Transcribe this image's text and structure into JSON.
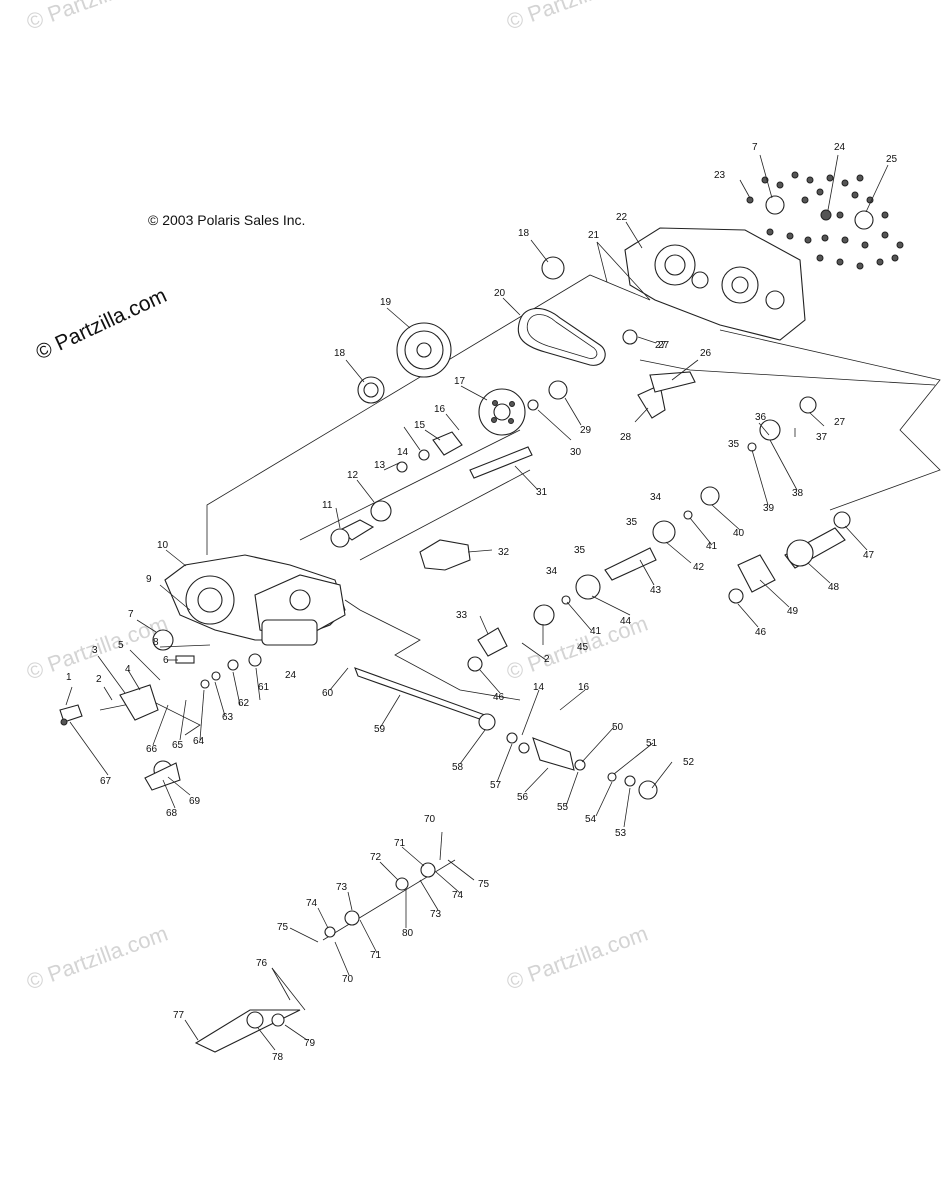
{
  "copyright": "© 2003 Polaris Sales Inc.",
  "site_mark": "© Partzilla.com",
  "watermark": "© Partzilla.com",
  "colors": {
    "line": "#222222",
    "watermark": "#d4d4d4",
    "background": "#ffffff"
  },
  "callouts": [
    "1",
    "2",
    "3",
    "4",
    "5",
    "6",
    "7",
    "8",
    "9",
    "10",
    "11",
    "12",
    "13",
    "14",
    "15",
    "16",
    "17",
    "18",
    "19",
    "20",
    "21",
    "22",
    "23",
    "24",
    "25",
    "26",
    "27",
    "28",
    "29",
    "30",
    "31",
    "32",
    "33",
    "34",
    "35",
    "36",
    "37",
    "38",
    "39",
    "40",
    "41",
    "42",
    "43",
    "44",
    "45",
    "46",
    "47",
    "48",
    "49",
    "50",
    "51",
    "52",
    "53",
    "54",
    "55",
    "56",
    "57",
    "58",
    "59",
    "60",
    "61",
    "62",
    "63",
    "64",
    "65",
    "66",
    "67",
    "68",
    "69",
    "70",
    "71",
    "72",
    "73",
    "74",
    "75",
    "76",
    "77",
    "78",
    "79",
    "80"
  ]
}
